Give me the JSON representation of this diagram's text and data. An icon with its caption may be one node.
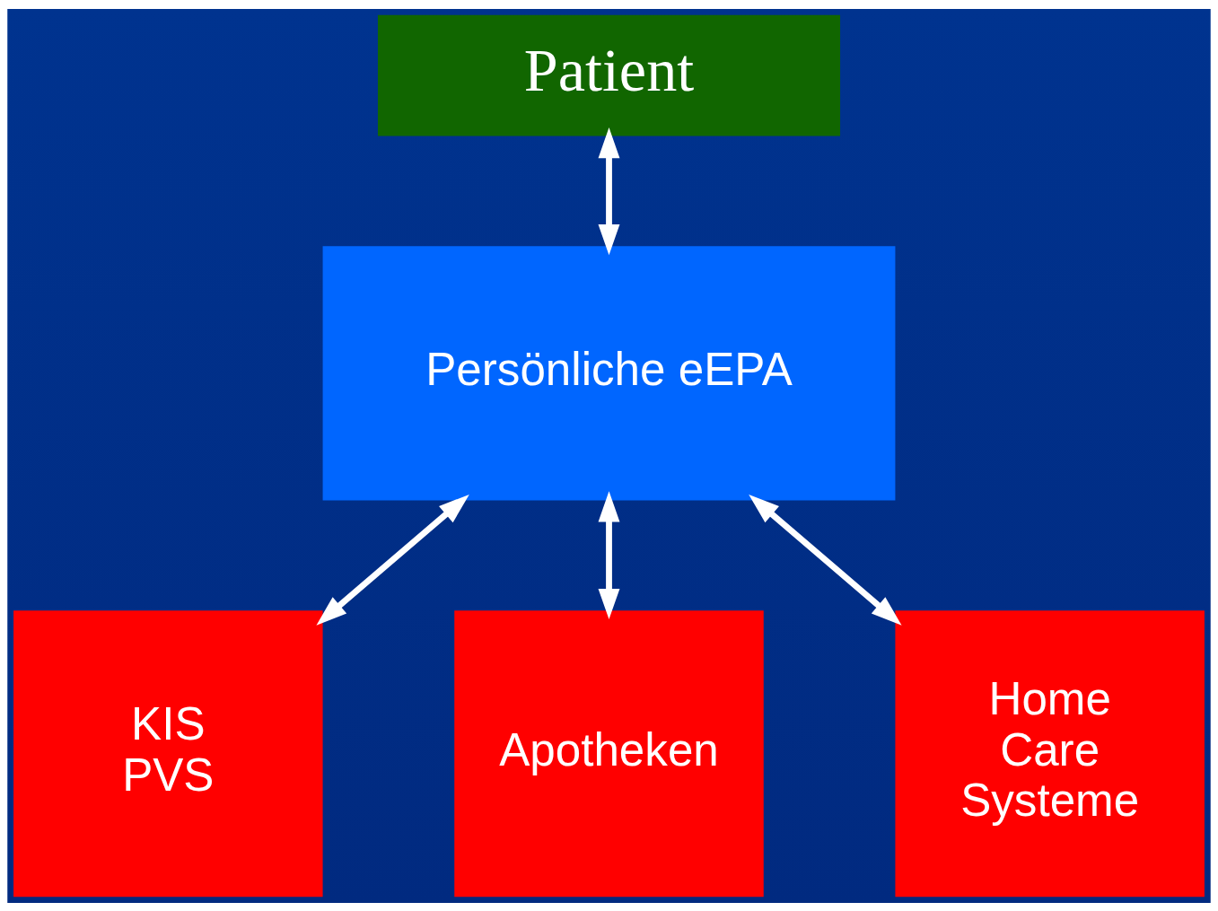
{
  "diagram": {
    "nodes": [
      {
        "text": [
          "Patient"
        ]
      },
      {
        "text": [
          "Persönliche eEPA"
        ]
      },
      {
        "text": [
          "KIS PVS"
        ]
      },
      {
        "text": [
          "Apotheken"
        ]
      },
      {
        "text": [
          "Home Care Systeme"
        ]
      }
    ],
    "edges": [
      {
        "from": 0,
        "to": 1,
        "arrow": "both"
      },
      {
        "from": 1,
        "to": 2,
        "arrow": "both"
      },
      {
        "from": 1,
        "to": 3,
        "arrow": "both"
      },
      {
        "from": 1,
        "to": 4,
        "arrow": "both"
      }
    ]
  }
}
